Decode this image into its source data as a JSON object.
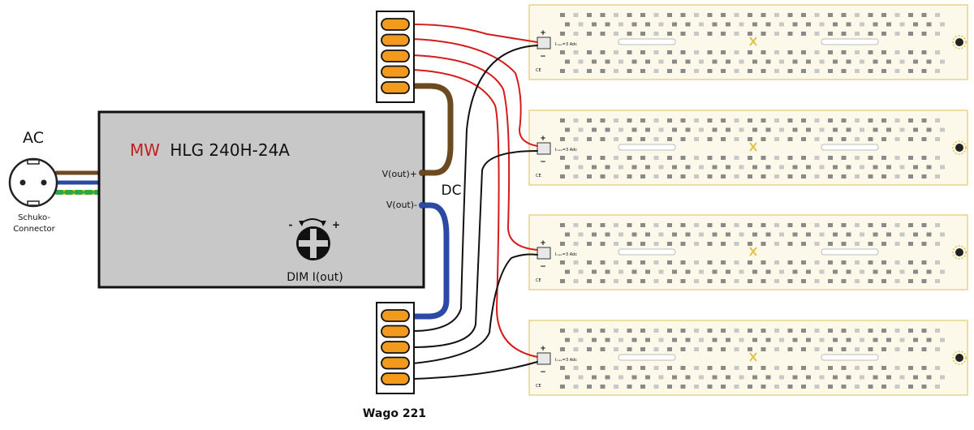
{
  "ac": {
    "label": "AC",
    "connector_label_1": "Schuko-",
    "connector_label_2": "Connector"
  },
  "psu": {
    "brand": "MW",
    "model": "HLG 240H-24A",
    "vout_plus": "V(out)+",
    "vout_minus": "V(out)-",
    "dim_label": "DIM I(out)",
    "dim_minus": "-",
    "dim_plus": "+"
  },
  "dc_label": "DC",
  "wago_label": "Wago 221",
  "strip": {
    "plus": "+",
    "minus": "−",
    "rating": "Iₘₐₓ=3 Adc",
    "ce": "CE"
  },
  "colors": {
    "brown": "#6b4a1f",
    "blue": "#2c4aa3",
    "red": "#d41c1c",
    "black": "#111111",
    "orange": "#f29a1b",
    "psu_fill": "#c8c8c8",
    "brand_red": "#c02020",
    "strip_fill": "#fdf9ea"
  }
}
